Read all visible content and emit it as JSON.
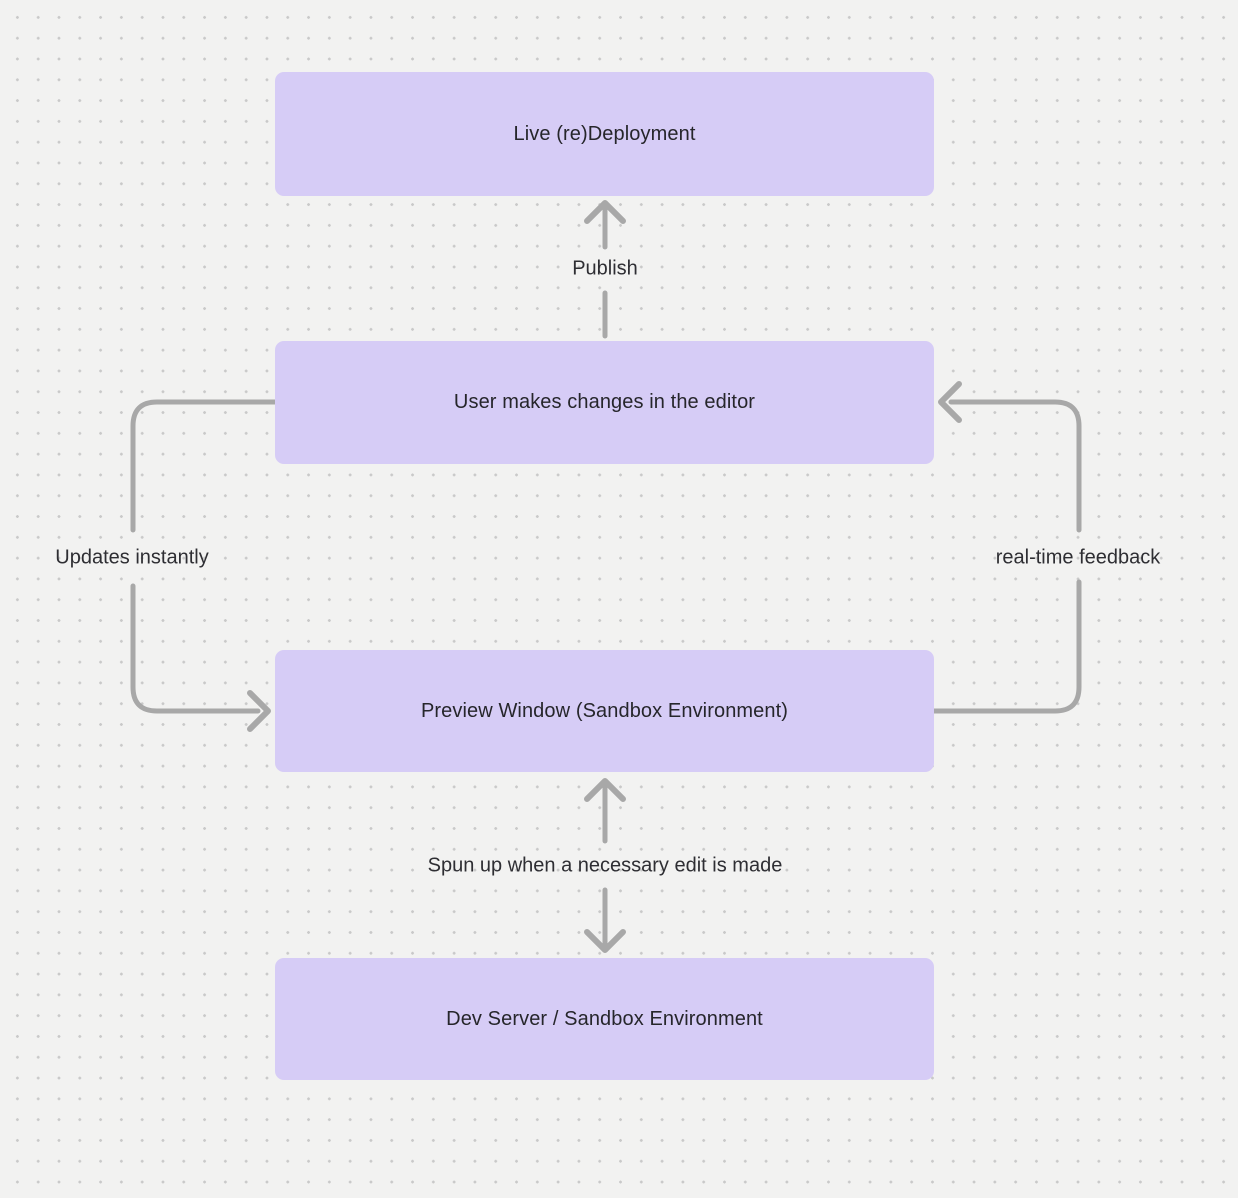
{
  "colors": {
    "background": "#f2f2f1",
    "dot": "#c9c9c9",
    "node_fill": "#d6ccf6",
    "node_text": "#26262b",
    "edge": "#a8a8a8",
    "edge_label": "#2e2e33"
  },
  "diagram": {
    "type": "flowchart",
    "nodes": [
      {
        "id": "live-redeployment",
        "label": "Live (re)Deployment"
      },
      {
        "id": "user-editor-changes",
        "label": "User makes changes in the editor"
      },
      {
        "id": "preview-window",
        "label": "Preview Window (Sandbox Environment)"
      },
      {
        "id": "dev-server",
        "label": "Dev Server / Sandbox Environment"
      }
    ],
    "edges": [
      {
        "id": "publish",
        "label": "Publish",
        "from": "user-editor-changes",
        "to": "live-redeployment",
        "style": "straight-up-arrow"
      },
      {
        "id": "updates-instantly",
        "label": "Updates instantly",
        "from": "user-editor-changes",
        "to": "preview-window",
        "style": "left-side-loop-arrow"
      },
      {
        "id": "real-time-feedback",
        "label": "real-time feedback",
        "from": "preview-window",
        "to": "user-editor-changes",
        "style": "right-side-loop-arrow"
      },
      {
        "id": "spun-up",
        "label": "Spun up when a necessary edit is made",
        "from": "preview-window",
        "to": "dev-server",
        "style": "bidirectional-vertical-arrows"
      }
    ]
  }
}
